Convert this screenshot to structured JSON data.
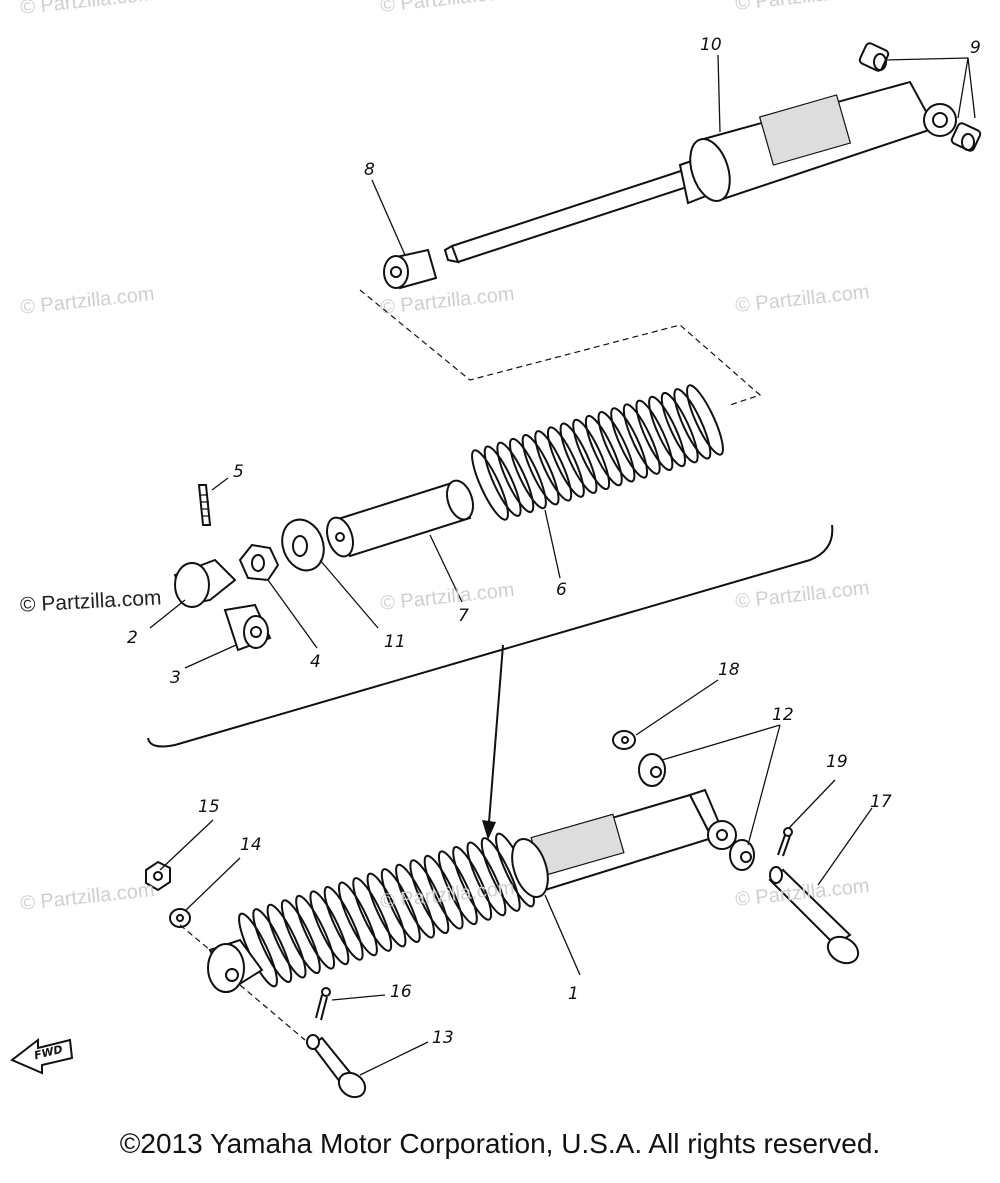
{
  "watermarks": [
    "© Partzilla.com",
    "© Partzilla.com",
    "© Partzilla.com",
    "© Partzilla.com",
    "© Partzilla.com",
    "© Partzilla.com",
    "© Partzilla.com",
    "© Partzilla.com",
    "© Partzilla.com",
    "© Partzilla.com",
    "© Partzilla.com",
    "© Partzilla.com"
  ],
  "callouts": {
    "p1": "1",
    "p2": "2",
    "p3": "3",
    "p4": "4",
    "p5": "5",
    "p6": "6",
    "p7": "7",
    "p8": "8",
    "p9": "9",
    "p10": "10",
    "p11": "11",
    "p12": "12",
    "p13": "13",
    "p14": "14",
    "p15": "15",
    "p16": "16",
    "p17": "17",
    "p18": "18",
    "p19": "19"
  },
  "fwd_label": "FWD",
  "copyright": "©2013 Yamaha Motor Corporation, U.S.A. All rights reserved."
}
